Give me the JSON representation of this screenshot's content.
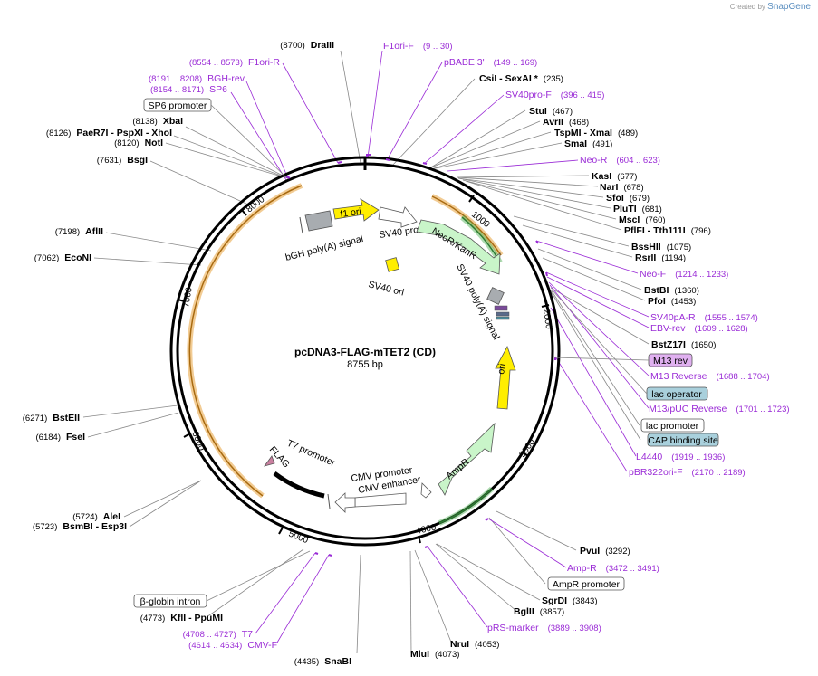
{
  "title": "pcDNA3-FLAG-mTET2 (CD)",
  "length": "8755 bp",
  "credit": {
    "text": "Created by",
    "brand": "SnapGene"
  },
  "ticks": [
    "1000",
    "2000",
    "3000",
    "4000",
    "5000",
    "6000",
    "7000",
    "8000"
  ],
  "left_labels": [
    {
      "pos": "(8700)",
      "name": "DraIII"
    },
    {
      "pos": "(8138)",
      "name": "XbaI"
    },
    {
      "pos": "(8126)",
      "name": "PaeR7I - PspXI - XhoI"
    },
    {
      "pos": "(8120)",
      "name": "NotI"
    },
    {
      "pos": "(7631)",
      "name": "BsgI"
    },
    {
      "pos": "(7198)",
      "name": "AflII"
    },
    {
      "pos": "(7062)",
      "name": "EcoNI"
    },
    {
      "pos": "(6271)",
      "name": "BstEII"
    },
    {
      "pos": "(6184)",
      "name": "FseI"
    },
    {
      "pos": "(5724)",
      "name": "AleI"
    },
    {
      "pos": "(5723)",
      "name": "BsmBI - Esp3I"
    },
    {
      "pos": "(4773)",
      "name": "KflI - PpuMI"
    },
    {
      "pos": "(4435)",
      "name": "SnaBI"
    }
  ],
  "left_primers": [
    {
      "pos": "(8554 .. 8573)",
      "name": "F1ori-R"
    },
    {
      "pos": "(8191 .. 8208)",
      "name": "BGH-rev"
    },
    {
      "pos": "(8154 .. 8171)",
      "name": "SP6"
    },
    {
      "pos": "(4708 .. 4727)",
      "name": "T7"
    },
    {
      "pos": "(4614 .. 4634)",
      "name": "CMV-F"
    }
  ],
  "left_boxes": [
    "SP6 promoter",
    "β-globin intron"
  ],
  "right_labels": [
    {
      "name": "CsiI - SexAI *",
      "pos": "(235)"
    },
    {
      "name": "StuI",
      "pos": "(467)"
    },
    {
      "name": "AvrII",
      "pos": "(468)"
    },
    {
      "name": "TspMI - XmaI",
      "pos": "(489)"
    },
    {
      "name": "SmaI",
      "pos": "(491)"
    },
    {
      "name": "KasI",
      "pos": "(677)"
    },
    {
      "name": "NarI",
      "pos": "(678)"
    },
    {
      "name": "SfoI",
      "pos": "(679)"
    },
    {
      "name": "PluTI",
      "pos": "(681)"
    },
    {
      "name": "MscI",
      "pos": "(760)"
    },
    {
      "name": "PflFI - Tth111I",
      "pos": "(796)"
    },
    {
      "name": "BssHII",
      "pos": "(1075)"
    },
    {
      "name": "RsrII",
      "pos": "(1194)"
    },
    {
      "name": "BstBI",
      "pos": "(1360)"
    },
    {
      "name": "PfoI",
      "pos": "(1453)"
    },
    {
      "name": "BstZ17I",
      "pos": "(1650)"
    },
    {
      "name": "PvuI",
      "pos": "(3292)"
    },
    {
      "name": "SgrDI",
      "pos": "(3843)"
    },
    {
      "name": "BglII",
      "pos": "(3857)"
    },
    {
      "name": "NruI",
      "pos": "(4053)"
    },
    {
      "name": "MluI",
      "pos": "(4073)"
    }
  ],
  "right_primers": [
    {
      "name": "F1ori-F",
      "pos": "(9 .. 30)"
    },
    {
      "name": "pBABE 3'",
      "pos": "(149 .. 169)"
    },
    {
      "name": "SV40pro-F",
      "pos": "(396 .. 415)"
    },
    {
      "name": "Neo-R",
      "pos": "(604 .. 623)"
    },
    {
      "name": "Neo-F",
      "pos": "(1214 .. 1233)"
    },
    {
      "name": "SV40pA-R",
      "pos": "(1555 .. 1574)"
    },
    {
      "name": "EBV-rev",
      "pos": "(1609 .. 1628)"
    },
    {
      "name": "M13 Reverse",
      "pos": "(1688 .. 1704)"
    },
    {
      "name": "M13/pUC Reverse",
      "pos": "(1701 .. 1723)"
    },
    {
      "name": "L4440",
      "pos": "(1919 .. 1936)"
    },
    {
      "name": "pBR322ori-F",
      "pos": "(2170 .. 2189)"
    },
    {
      "name": "Amp-R",
      "pos": "(3472 .. 3491)"
    },
    {
      "name": "pRS-marker",
      "pos": "(3889 .. 3908)"
    }
  ],
  "right_boxes": [
    "M13 rev",
    "lac operator",
    "lac promoter",
    "CAP binding site",
    "AmpR promoter"
  ],
  "features": {
    "f1ori": "f1 ori",
    "bgh": "bGH poly(A) signal",
    "sv40prom": "SV40 promoter",
    "neor": "NeoR/KanR",
    "sv40ori": "SV40 ori",
    "sv40pa": "SV40 poly(A) signal",
    "ori": "ori",
    "ampr": "AmpR",
    "cmvprom": "CMV promoter",
    "cmvenh": "CMV enhancer",
    "t7prom": "T7 promoter",
    "flag": "FLAG"
  },
  "colors": {
    "backbone": "#000000",
    "primer": "#9a2bd6",
    "orf_arc": "#e8a33c",
    "yellow_feature": "#ffee00",
    "green_feature": "#c9f5c9",
    "m13_box": "#e0b0f0",
    "lac_box": "#a9d0dc"
  }
}
